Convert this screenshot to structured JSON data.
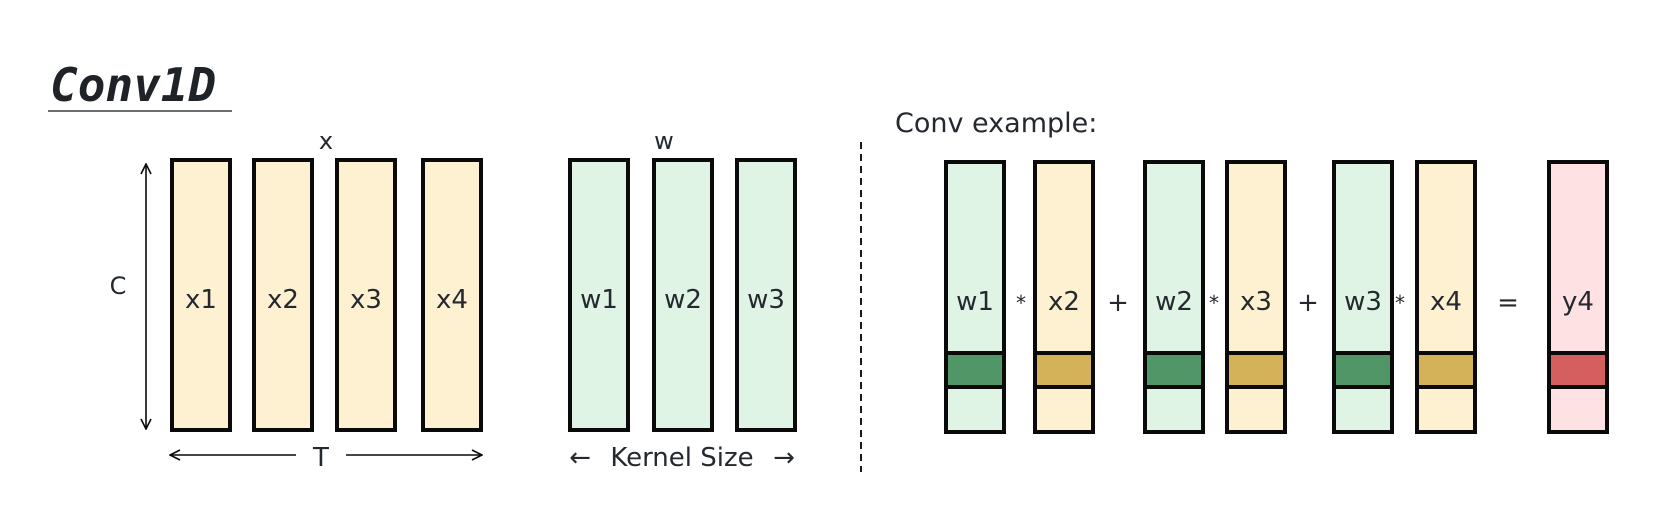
{
  "title": "Conv1D",
  "colors": {
    "input_fill": "#fdf1d1",
    "weight_fill": "#dff4e4",
    "output_fill": "#fde1e3",
    "input_highlight": "#d4b25a",
    "weight_highlight": "#519667",
    "output_highlight": "#d55f5f",
    "stroke": "#0a0a0a",
    "text": "#24292f"
  },
  "input": {
    "label": "x",
    "channel_axis_label": "C",
    "time_axis_label": "T",
    "columns": [
      "x1",
      "x2",
      "x3",
      "x4"
    ]
  },
  "kernel": {
    "label": "w",
    "axis_label": "Kernel Size",
    "arrow_left": "←",
    "arrow_right": "→",
    "columns": [
      "w1",
      "w2",
      "w3"
    ]
  },
  "example": {
    "heading": "Conv example:",
    "terms": [
      {
        "type": "weight",
        "label": "w1"
      },
      {
        "type": "op",
        "label": "*"
      },
      {
        "type": "input",
        "label": "x2"
      },
      {
        "type": "op",
        "label": "+"
      },
      {
        "type": "weight",
        "label": "w2"
      },
      {
        "type": "op",
        "label": "*"
      },
      {
        "type": "input",
        "label": "x3"
      },
      {
        "type": "op",
        "label": "+"
      },
      {
        "type": "weight",
        "label": "w3"
      },
      {
        "type": "op",
        "label": "*"
      },
      {
        "type": "input",
        "label": "x4"
      },
      {
        "type": "op",
        "label": "="
      },
      {
        "type": "output",
        "label": "y4"
      }
    ]
  }
}
